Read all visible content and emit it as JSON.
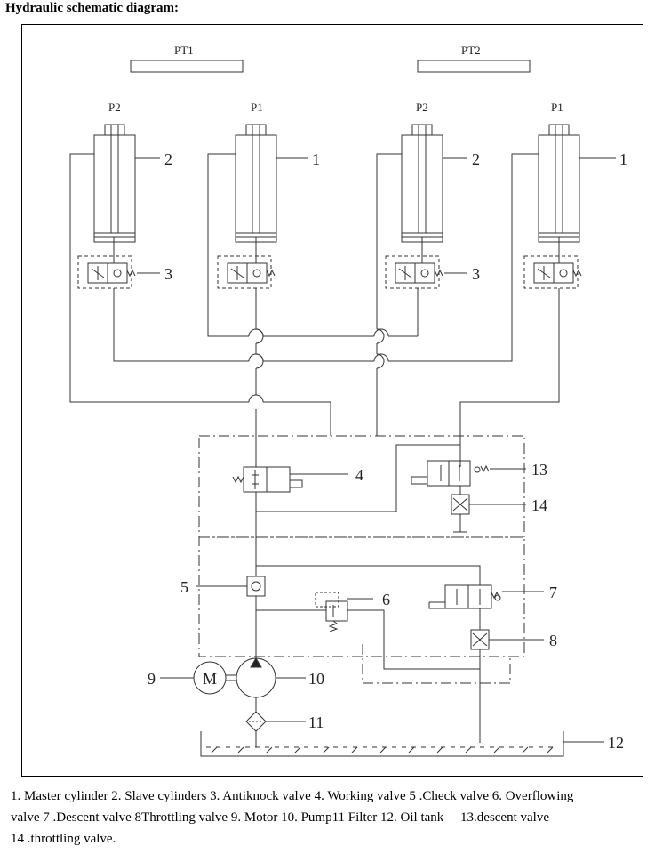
{
  "title": "Hydraulic schematic diagram:",
  "labels": {
    "pt1": "PT1",
    "pt2": "PT2",
    "cyl_a_top": "P2",
    "cyl_b_top": "P1",
    "cyl_c_top": "P2",
    "cyl_d_top": "P1",
    "cyl_a_num": "2",
    "cyl_b_num": "1",
    "cyl_c_num": "2",
    "cyl_d_num": "1",
    "valve_a_num": "3",
    "valve_c_num": "3",
    "n4": "4",
    "n5": "5",
    "n6": "6",
    "n7": "7",
    "n8": "8",
    "n9": "9",
    "n10": "10",
    "n11": "11",
    "n12": "12",
    "n13": "13",
    "n14": "14",
    "motor_symbol": "M"
  },
  "caption": {
    "line1": "1. Master cylinder 2. Slave cylinders 3. Antiknock valve 4. Working valve 5 .Check valve 6. Overflowing",
    "line2": "valve 7 .Descent valve 8Throttling valve 9. Motor 10. Pump11 Filter 12. Oil tank     13.descent valve",
    "line3": "14 .throttling valve."
  }
}
